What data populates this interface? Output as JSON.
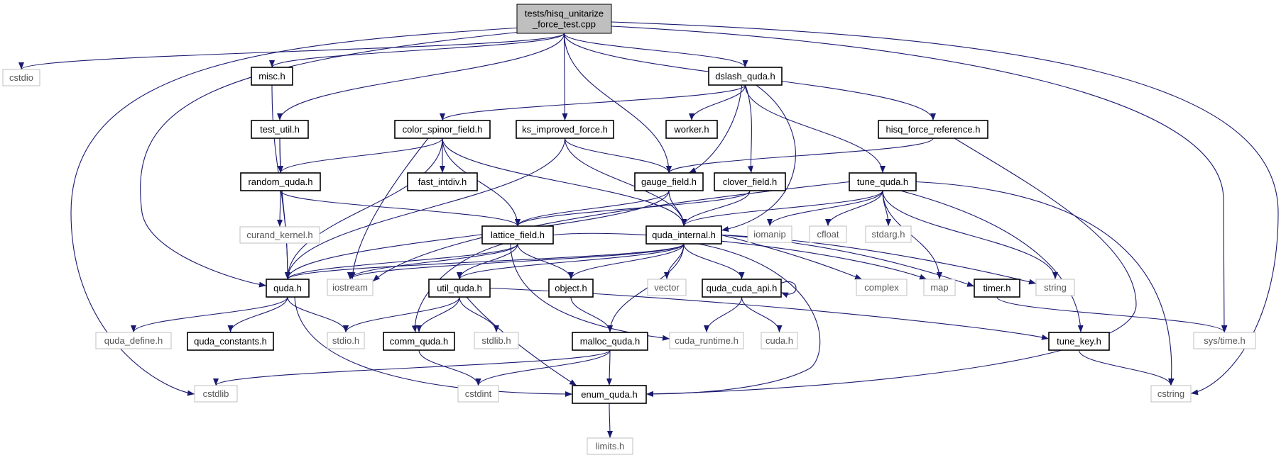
{
  "colors": {
    "edge": "#191970",
    "root_fill": "#bfbfbf",
    "local_border": "#000000",
    "external_border": "#bfbfbf",
    "external_text": "#555555"
  },
  "nodes": [
    {
      "id": "root",
      "label": "tests/hisq_unitarize\n_force_test.cpp",
      "kind": "root"
    },
    {
      "id": "cstdio",
      "label": "cstdio",
      "kind": "external"
    },
    {
      "id": "misc",
      "label": "misc.h",
      "kind": "local"
    },
    {
      "id": "dslash",
      "label": "dslash_quda.h",
      "kind": "local"
    },
    {
      "id": "test_util",
      "label": "test_util.h",
      "kind": "local"
    },
    {
      "id": "color_spinor",
      "label": "color_spinor_field.h",
      "kind": "local"
    },
    {
      "id": "ks_improved",
      "label": "ks_improved_force.h",
      "kind": "local"
    },
    {
      "id": "worker",
      "label": "worker.h",
      "kind": "local"
    },
    {
      "id": "hisq_ref",
      "label": "hisq_force_reference.h",
      "kind": "local"
    },
    {
      "id": "random_quda",
      "label": "random_quda.h",
      "kind": "local"
    },
    {
      "id": "fast_intdiv",
      "label": "fast_intdiv.h",
      "kind": "local"
    },
    {
      "id": "gauge_field",
      "label": "gauge_field.h",
      "kind": "local"
    },
    {
      "id": "clover_field",
      "label": "clover_field.h",
      "kind": "local"
    },
    {
      "id": "tune_quda",
      "label": "tune_quda.h",
      "kind": "local"
    },
    {
      "id": "curand",
      "label": "curand_kernel.h",
      "kind": "external"
    },
    {
      "id": "lattice_field",
      "label": "lattice_field.h",
      "kind": "local"
    },
    {
      "id": "quda_internal",
      "label": "quda_internal.h",
      "kind": "local"
    },
    {
      "id": "iomanip",
      "label": "iomanip",
      "kind": "external"
    },
    {
      "id": "cfloat",
      "label": "cfloat",
      "kind": "external"
    },
    {
      "id": "stdarg",
      "label": "stdarg.h",
      "kind": "external"
    },
    {
      "id": "quda_h",
      "label": "quda.h",
      "kind": "local"
    },
    {
      "id": "iostream",
      "label": "iostream",
      "kind": "external"
    },
    {
      "id": "util_quda",
      "label": "util_quda.h",
      "kind": "local"
    },
    {
      "id": "object",
      "label": "object.h",
      "kind": "local"
    },
    {
      "id": "vector",
      "label": "vector",
      "kind": "external"
    },
    {
      "id": "quda_cuda_api",
      "label": "quda_cuda_api.h",
      "kind": "local"
    },
    {
      "id": "complex",
      "label": "complex",
      "kind": "external"
    },
    {
      "id": "map",
      "label": "map",
      "kind": "external"
    },
    {
      "id": "timer",
      "label": "timer.h",
      "kind": "local"
    },
    {
      "id": "string",
      "label": "string",
      "kind": "external"
    },
    {
      "id": "quda_define",
      "label": "quda_define.h",
      "kind": "external"
    },
    {
      "id": "quda_constants",
      "label": "quda_constants.h",
      "kind": "local"
    },
    {
      "id": "stdio_h",
      "label": "stdio.h",
      "kind": "external"
    },
    {
      "id": "comm_quda",
      "label": "comm_quda.h",
      "kind": "local"
    },
    {
      "id": "stdlib_h",
      "label": "stdlib.h",
      "kind": "external"
    },
    {
      "id": "malloc_quda",
      "label": "malloc_quda.h",
      "kind": "local"
    },
    {
      "id": "cuda_runtime",
      "label": "cuda_runtime.h",
      "kind": "external"
    },
    {
      "id": "cuda_h",
      "label": "cuda.h",
      "kind": "external"
    },
    {
      "id": "tune_key",
      "label": "tune_key.h",
      "kind": "local"
    },
    {
      "id": "sys_time",
      "label": "sys/time.h",
      "kind": "external"
    },
    {
      "id": "cstdlib",
      "label": "cstdlib",
      "kind": "external"
    },
    {
      "id": "cstdint",
      "label": "cstdint",
      "kind": "external"
    },
    {
      "id": "enum_quda",
      "label": "enum_quda.h",
      "kind": "local"
    },
    {
      "id": "cstring",
      "label": "cstring",
      "kind": "external"
    },
    {
      "id": "limits",
      "label": "limits.h",
      "kind": "external"
    }
  ],
  "edges": [
    [
      "root",
      "cstdio"
    ],
    [
      "root",
      "misc"
    ],
    [
      "root",
      "dslash"
    ],
    [
      "root",
      "test_util"
    ],
    [
      "root",
      "ks_improved"
    ],
    [
      "root",
      "hisq_ref"
    ],
    [
      "root",
      "gauge_field"
    ],
    [
      "root",
      "quda_h"
    ],
    [
      "root",
      "cstdlib"
    ],
    [
      "root",
      "sys_time"
    ],
    [
      "root",
      "cstring"
    ],
    [
      "misc",
      "quda_h"
    ],
    [
      "dslash",
      "color_spinor"
    ],
    [
      "dslash",
      "worker"
    ],
    [
      "dslash",
      "gauge_field"
    ],
    [
      "dslash",
      "clover_field"
    ],
    [
      "dslash",
      "tune_quda"
    ],
    [
      "dslash",
      "quda_internal"
    ],
    [
      "test_util",
      "random_quda"
    ],
    [
      "test_util",
      "quda_h"
    ],
    [
      "color_spinor",
      "random_quda"
    ],
    [
      "color_spinor",
      "fast_intdiv"
    ],
    [
      "color_spinor",
      "lattice_field"
    ],
    [
      "color_spinor",
      "quda_internal"
    ],
    [
      "color_spinor",
      "quda_h"
    ],
    [
      "color_spinor",
      "iostream"
    ],
    [
      "ks_improved",
      "gauge_field"
    ],
    [
      "ks_improved",
      "quda_internal"
    ],
    [
      "ks_improved",
      "quda_h"
    ],
    [
      "hisq_ref",
      "gauge_field"
    ],
    [
      "hisq_ref",
      "enum_quda"
    ],
    [
      "random_quda",
      "curand"
    ],
    [
      "random_quda",
      "lattice_field"
    ],
    [
      "gauge_field",
      "lattice_field"
    ],
    [
      "gauge_field",
      "quda_internal"
    ],
    [
      "gauge_field",
      "quda_h"
    ],
    [
      "clover_field",
      "lattice_field"
    ],
    [
      "clover_field",
      "quda_internal"
    ],
    [
      "tune_quda",
      "quda_internal"
    ],
    [
      "tune_quda",
      "iomanip"
    ],
    [
      "tune_quda",
      "cfloat"
    ],
    [
      "tune_quda",
      "stdarg"
    ],
    [
      "tune_quda",
      "map"
    ],
    [
      "tune_quda",
      "string"
    ],
    [
      "tune_quda",
      "tune_key"
    ],
    [
      "tune_quda",
      "cstring"
    ],
    [
      "tune_quda",
      "iostream"
    ],
    [
      "lattice_field",
      "quda_h"
    ],
    [
      "lattice_field",
      "iostream"
    ],
    [
      "lattice_field",
      "util_quda"
    ],
    [
      "lattice_field",
      "object"
    ],
    [
      "lattice_field",
      "map"
    ],
    [
      "lattice_field",
      "comm_quda"
    ],
    [
      "lattice_field",
      "cuda_runtime"
    ],
    [
      "quda_internal",
      "quda_h"
    ],
    [
      "quda_internal",
      "iostream"
    ],
    [
      "quda_internal",
      "util_quda"
    ],
    [
      "quda_internal",
      "object"
    ],
    [
      "quda_internal",
      "vector"
    ],
    [
      "quda_internal",
      "quda_cuda_api"
    ],
    [
      "quda_internal",
      "complex"
    ],
    [
      "quda_internal",
      "timer"
    ],
    [
      "quda_internal",
      "string"
    ],
    [
      "quda_internal",
      "malloc_quda"
    ],
    [
      "quda_internal",
      "enum_quda"
    ],
    [
      "quda_h",
      "quda_define"
    ],
    [
      "quda_h",
      "quda_constants"
    ],
    [
      "quda_h",
      "stdio_h"
    ],
    [
      "quda_h",
      "enum_quda"
    ],
    [
      "util_quda",
      "stdio_h"
    ],
    [
      "util_quda",
      "comm_quda"
    ],
    [
      "util_quda",
      "stdlib_h"
    ],
    [
      "util_quda",
      "enum_quda"
    ],
    [
      "util_quda",
      "tune_key"
    ],
    [
      "object",
      "malloc_quda"
    ],
    [
      "quda_cuda_api",
      "quda_cuda_api"
    ],
    [
      "quda_cuda_api",
      "cuda_runtime"
    ],
    [
      "quda_cuda_api",
      "cuda_h"
    ],
    [
      "timer",
      "sys_time"
    ],
    [
      "comm_quda",
      "cstdint"
    ],
    [
      "malloc_quda",
      "cstdlib"
    ],
    [
      "malloc_quda",
      "cstdint"
    ],
    [
      "malloc_quda",
      "enum_quda"
    ],
    [
      "tune_key",
      "cstring"
    ],
    [
      "enum_quda",
      "limits"
    ]
  ]
}
